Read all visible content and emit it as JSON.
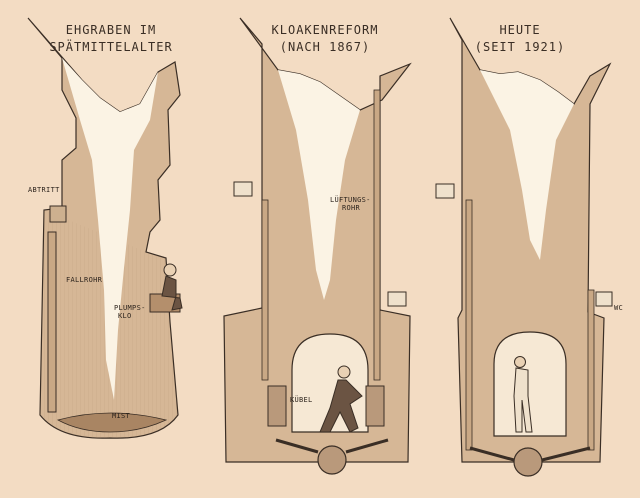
{
  "panels": [
    {
      "title_lines": [
        "EHGRABEN IM",
        "SPÄTMITTELALTER"
      ],
      "labels": {
        "abtritt": "ABTRITT",
        "fallrohr": "FALLROHR",
        "plumps_1": "PLUMPS-",
        "plumps_2": "KLO",
        "mist": "MIST"
      }
    },
    {
      "title_lines": [
        "KLOAKENREFORM",
        "(NACH 1867)"
      ],
      "labels": {
        "lueftung_1": "LÜFTUNGS-",
        "lueftung_2": "ROHR",
        "kuebel": "KÜBEL"
      }
    },
    {
      "title_lines": [
        "HEUTE",
        "(SEIT 1921)"
      ],
      "labels": {
        "wc": "WC"
      }
    }
  ],
  "colors": {
    "background": "#f3dcc3",
    "wall": "#d6b796",
    "wall_dark": "#b89677",
    "sky": "#fbf3e4",
    "ink": "#3a2e25",
    "underground": "#c6a582"
  }
}
